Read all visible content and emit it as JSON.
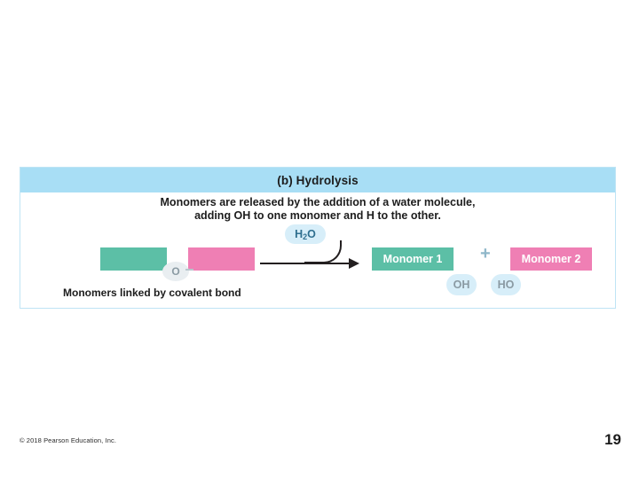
{
  "figure": {
    "title": "(b) Hydrolysis",
    "caption_line1": "Monomers are released by the addition of a water molecule,",
    "caption_line2": "adding OH to one monomer and H to the other.",
    "water_label": "H",
    "water_subscript": "2",
    "water_label_tail": "O",
    "covalent_oxygen": "O",
    "plus": "+",
    "product_1": "Monomer 1",
    "product_2": "Monomer 2",
    "group_left": "OH",
    "group_right": "HO",
    "bottom_caption": "Monomers linked by covalent bond",
    "colors": {
      "title_bar": "#a8def5",
      "panel_border": "#bfe4f5",
      "monomer_1": "#5cbfa6",
      "monomer_2": "#ef7fb4",
      "bubble": "#d7eef9"
    }
  },
  "footer": {
    "copyright": "© 2018 Pearson Education, Inc.",
    "slide_number": "19"
  }
}
